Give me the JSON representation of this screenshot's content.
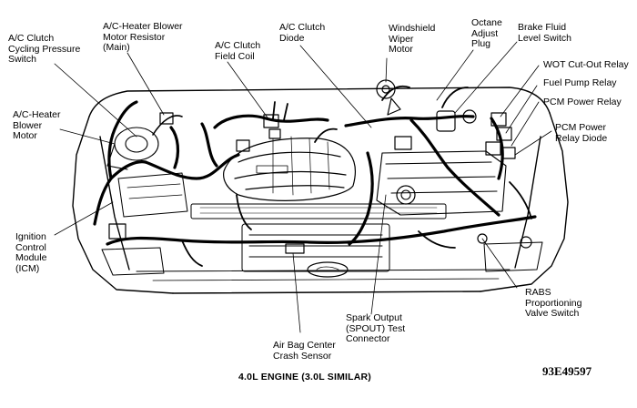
{
  "figure": {
    "title": "4.0L ENGINE (3.0L SIMILAR)",
    "code": "93E49597"
  },
  "callouts": [
    {
      "id": "ac-clutch-cycling-pressure-switch",
      "lines": [
        "A/C Clutch",
        "Cycling Pressure",
        "Switch"
      ]
    },
    {
      "id": "ac-heater-blower-motor-resistor",
      "lines": [
        "A/C-Heater Blower",
        "Motor Resistor",
        "(Main)"
      ]
    },
    {
      "id": "ac-clutch-field-coil",
      "lines": [
        "A/C Clutch",
        "Field Coil"
      ]
    },
    {
      "id": "ac-clutch-diode",
      "lines": [
        "A/C Clutch",
        "Diode"
      ]
    },
    {
      "id": "windshield-wiper-motor",
      "lines": [
        "Windshield",
        "Wiper",
        "Motor"
      ]
    },
    {
      "id": "octane-adjust-plug",
      "lines": [
        "Octane",
        "Adjust",
        "Plug"
      ]
    },
    {
      "id": "brake-fluid-level-switch",
      "lines": [
        "Brake Fluid",
        "Level Switch"
      ]
    },
    {
      "id": "wot-cut-out-relay",
      "lines": [
        "WOT Cut-Out Relay"
      ]
    },
    {
      "id": "fuel-pump-relay",
      "lines": [
        "Fuel Pump Relay"
      ]
    },
    {
      "id": "pcm-power-relay",
      "lines": [
        "PCM Power Relay"
      ]
    },
    {
      "id": "pcm-power-relay-diode",
      "lines": [
        "PCM Power",
        "Relay Diode"
      ]
    },
    {
      "id": "ac-heater-blower-motor",
      "lines": [
        "A/C-Heater",
        "Blower",
        "Motor"
      ]
    },
    {
      "id": "ignition-control-module",
      "lines": [
        "Ignition",
        "Control",
        "Module",
        "(ICM)"
      ]
    },
    {
      "id": "rabs-proportioning-valve-switch",
      "lines": [
        "RABS",
        "Proportioning",
        "Valve Switch"
      ]
    },
    {
      "id": "spark-output-test-connector",
      "lines": [
        "Spark Output",
        "(SPOUT) Test",
        "Connector"
      ]
    },
    {
      "id": "air-bag-center-crash-sensor",
      "lines": [
        "Air Bag Center",
        "Crash Sensor"
      ]
    }
  ]
}
